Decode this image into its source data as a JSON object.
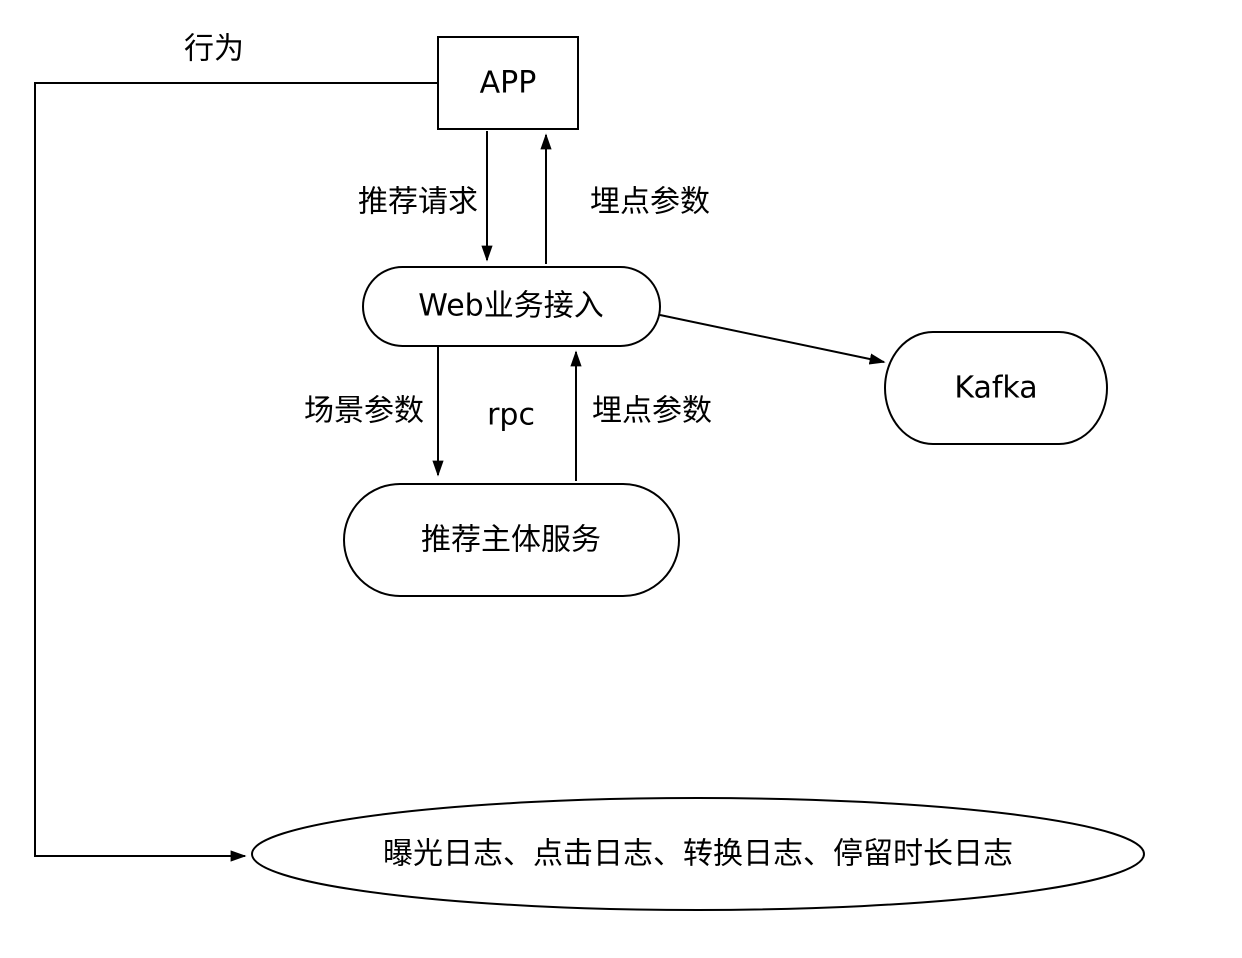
{
  "nodes": {
    "app": "APP",
    "web": "Web业务接入",
    "kafka": "Kafka",
    "rec_service": "推荐主体服务",
    "logs": "曝光日志、点击日志、转换日志、停留时长日志"
  },
  "edge_labels": {
    "behavior": "行为",
    "rec_request": "推荐请求",
    "tracking_params_top": "埋点参数",
    "scene_params": "场景参数",
    "rpc": "rpc",
    "tracking_params_bottom": "埋点参数"
  }
}
